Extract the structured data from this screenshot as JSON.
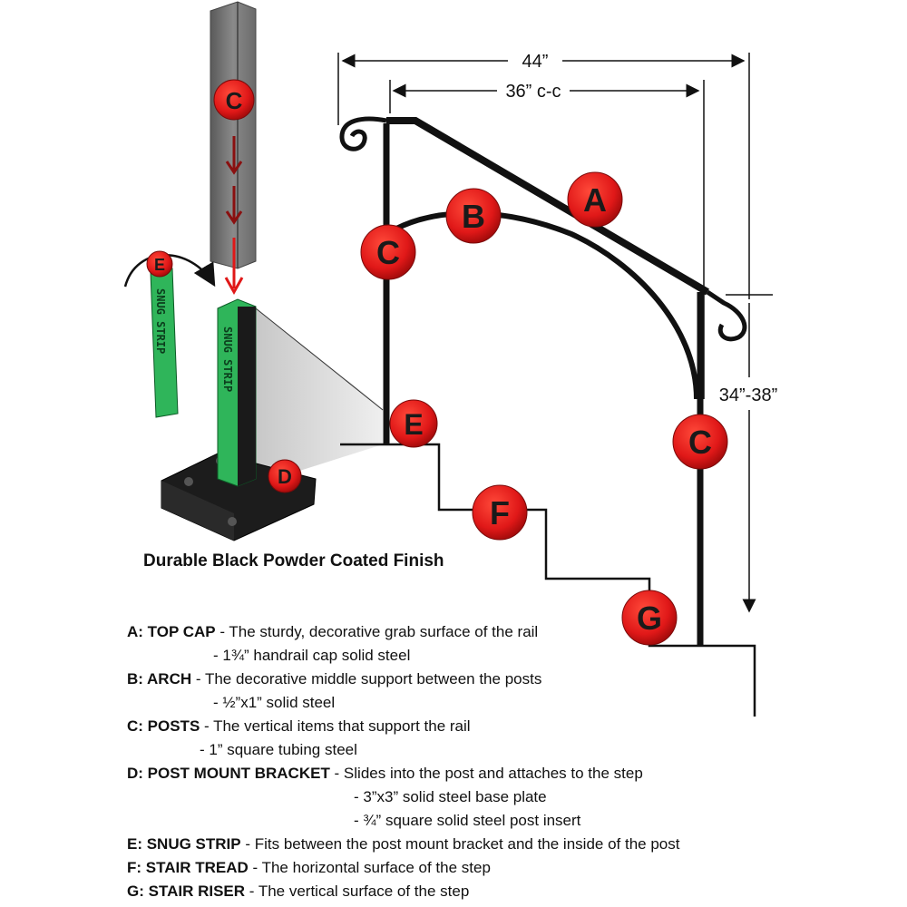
{
  "dimensions": {
    "overall_width": "44”",
    "center_to_center": "36” c-c",
    "height_range": "34”-38”"
  },
  "badges": {
    "A": "A",
    "B": "B",
    "C": "C",
    "D": "D",
    "E": "E",
    "F": "F",
    "G": "G"
  },
  "snug_strip_text": "SNUG STRIP",
  "caption": "Durable Black Powder Coated Finish",
  "legend": [
    {
      "term": "A: TOP CAP",
      "desc": " - The sturdy, decorative grab surface of the rail",
      "subs": [
        "- 1¾” handrail cap solid steel"
      ]
    },
    {
      "term": "B: ARCH",
      "desc": " -  The decorative middle support between the posts",
      "subs": [
        "- ½”x1” solid steel"
      ]
    },
    {
      "term": "C: POSTS",
      "desc": " - The vertical items that support the rail",
      "subs": [
        "- 1” square tubing steel"
      ]
    },
    {
      "term": "D: POST MOUNT BRACKET",
      "desc": " - Slides into the post and attaches to the step",
      "subs": [
        "- 3”x3” solid steel base plate",
        "- ¾” square solid steel post insert"
      ]
    },
    {
      "term": "E: SNUG STRIP",
      "desc": " - Fits between the post mount bracket and the inside of the post",
      "subs": []
    },
    {
      "term": "F: STAIR TREAD",
      "desc": " - The horizontal surface of the step",
      "subs": []
    },
    {
      "term": "G: STAIR RISER",
      "desc": " -  The vertical surface of the step",
      "subs": []
    }
  ],
  "colors": {
    "badge_fill": "#e01818",
    "rail": "#111111",
    "post_gray": "#6e6e6e",
    "snug_green": "#2fb55a",
    "arrow_red": "#8a1010"
  }
}
